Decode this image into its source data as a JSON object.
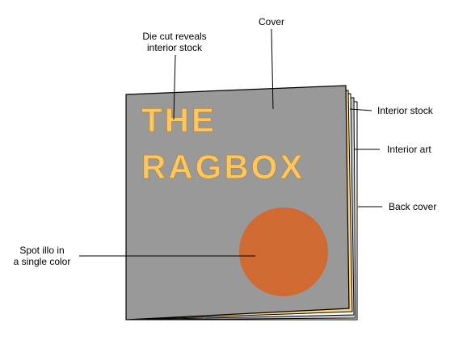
{
  "cover_title": {
    "line1": "THE",
    "line2": "RAGBOX"
  },
  "labels": {
    "cover": "Cover",
    "die_cut_line1": "Die cut reveals",
    "die_cut_line2": "interior stock",
    "interior_stock": "Interior stock",
    "interior_art": "Interior art",
    "back_cover": "Back cover",
    "spot_illo_line1": "Spot illo in",
    "spot_illo_line2": "a single color"
  },
  "colors": {
    "cover": "#999999",
    "interior_stock": "#ffd37a",
    "cutout_text": "#fcc665",
    "spot_illo": "#d06a33",
    "back_pages": "#c8c8c8",
    "line": "#000000"
  }
}
